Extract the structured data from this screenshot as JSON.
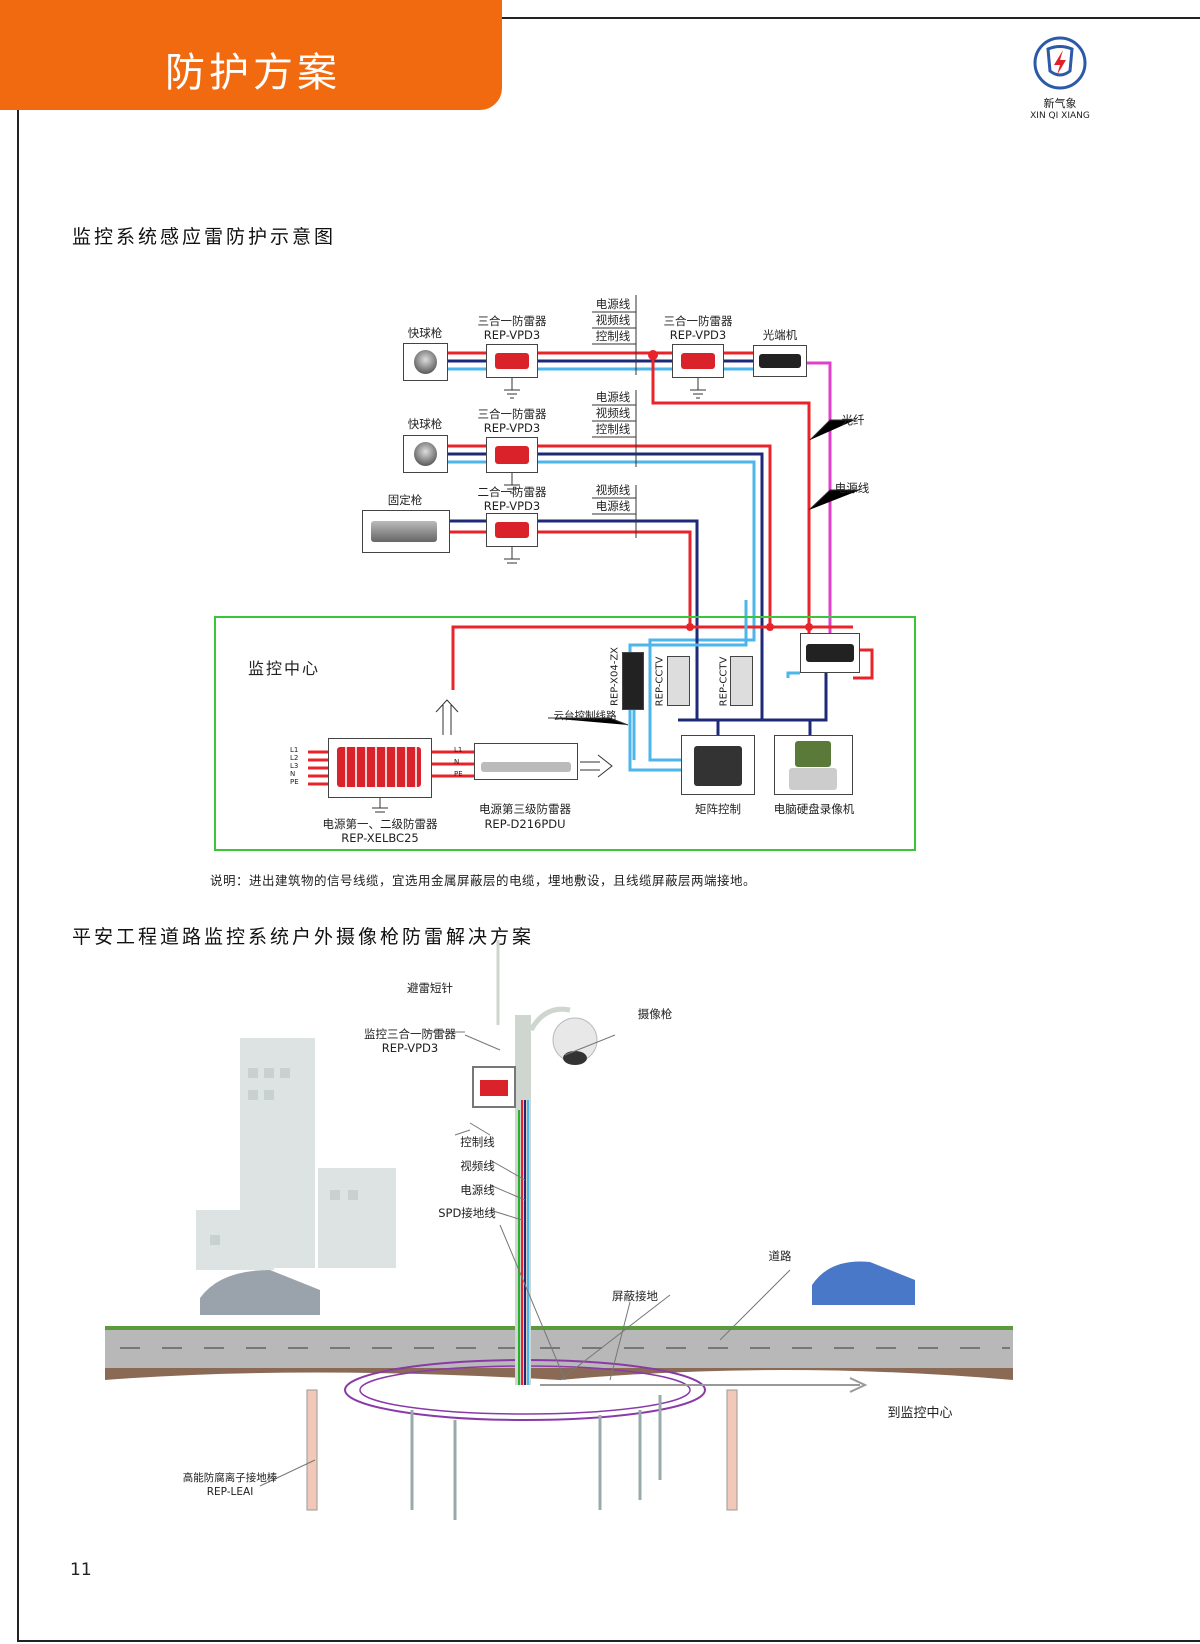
{
  "header": {
    "title": "防护方案"
  },
  "logo": {
    "cn": "新气象",
    "en": "XIN QI XIANG",
    "colors": {
      "ring": "#2b5aa8",
      "bolt": "#e0202a"
    }
  },
  "section1": {
    "title": "监控系统感应雷防护示意图",
    "row1": {
      "camera": "快球枪",
      "spd_name": "三合一防雷器",
      "spd_model": "REP-VPD3",
      "spd2_name": "三合一防雷器",
      "spd2_model": "REP-VPD3",
      "optical": "光端机",
      "cables": [
        "电源线",
        "视频线",
        "控制线"
      ]
    },
    "row2": {
      "camera": "快球枪",
      "spd_name": "三合一防雷器",
      "spd_model": "REP-VPD3",
      "cables": [
        "电源线",
        "视频线",
        "控制线"
      ]
    },
    "row3": {
      "camera": "固定枪",
      "spd_name": "二合一防雷器",
      "spd_model": "REP-VPD3",
      "cables": [
        "视频线",
        "电源线"
      ]
    },
    "fiber_label": "光纤",
    "power_label": "电源线",
    "center": {
      "title": "监控中心",
      "x04": "REP-X04-ZX",
      "cctv1": "REP-CCTV",
      "cctv2": "REP-CCTV",
      "ptz_line": "云台控制线路",
      "spd12_name": "电源第一、二级防雷器",
      "spd12_model": "REP-XELBC25",
      "spd3_name": "电源第三级防雷器",
      "spd3_model": "REP-D216PDU",
      "matrix": "矩阵控制",
      "dvr": "电脑硬盘录像机",
      "inputs": [
        "L1",
        "L2",
        "L3",
        "N",
        "PE"
      ],
      "outputs": [
        "L1",
        "N",
        "PE"
      ]
    },
    "note": "说明：进出建筑物的信号线缆，宜选用金属屏蔽层的电缆，埋地敷设，且线缆屏蔽层两端接地。"
  },
  "section2": {
    "title": "平安工程道路监控系统户外摄像枪防雷解决方案",
    "labels": {
      "rod": "避雷短针",
      "camera": "摄像枪",
      "spd_name": "监控三合一防雷器",
      "spd_model": "REP-VPD3",
      "control": "控制线",
      "video": "视频线",
      "power": "电源线",
      "spd_ground": "SPD接地线",
      "shield_ground": "屏蔽接地",
      "road": "道路",
      "to_center": "到监控中心",
      "ground_rod_name": "高能防腐离子接地棒",
      "ground_rod_model": "REP-LEAI"
    }
  },
  "page_number": "11",
  "colors": {
    "power": "#e8242a",
    "control": "#1e2a78",
    "video": "#4cb6ea",
    "fiber": "#e040c8",
    "center_box": "#3cc43c",
    "header": "#f26a10"
  }
}
